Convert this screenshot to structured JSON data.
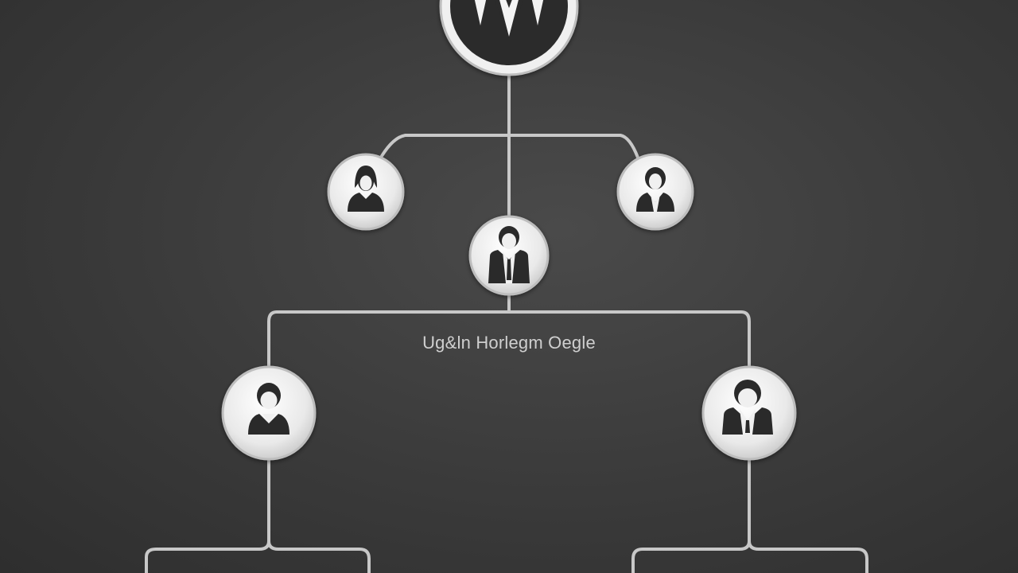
{
  "diagram": {
    "label": "Ug&ln Horlegm Oegle",
    "colors": {
      "background": "#3a3a3a",
      "connector": "#c8c8c8",
      "node_fill": "#f2f2f2",
      "node_ring": "#bdbdbd",
      "icon": "#2a2a2a",
      "root_fill": "#2b2b2b"
    },
    "nodes": [
      {
        "id": "root",
        "icon": "tuxedo-icon"
      },
      {
        "id": "top-left",
        "icon": "person-female-icon"
      },
      {
        "id": "top-right",
        "icon": "person-female-icon"
      },
      {
        "id": "center",
        "icon": "person-suit-icon"
      },
      {
        "id": "bottom-left",
        "icon": "person-icon"
      },
      {
        "id": "bottom-right",
        "icon": "person-suit-icon"
      }
    ]
  }
}
